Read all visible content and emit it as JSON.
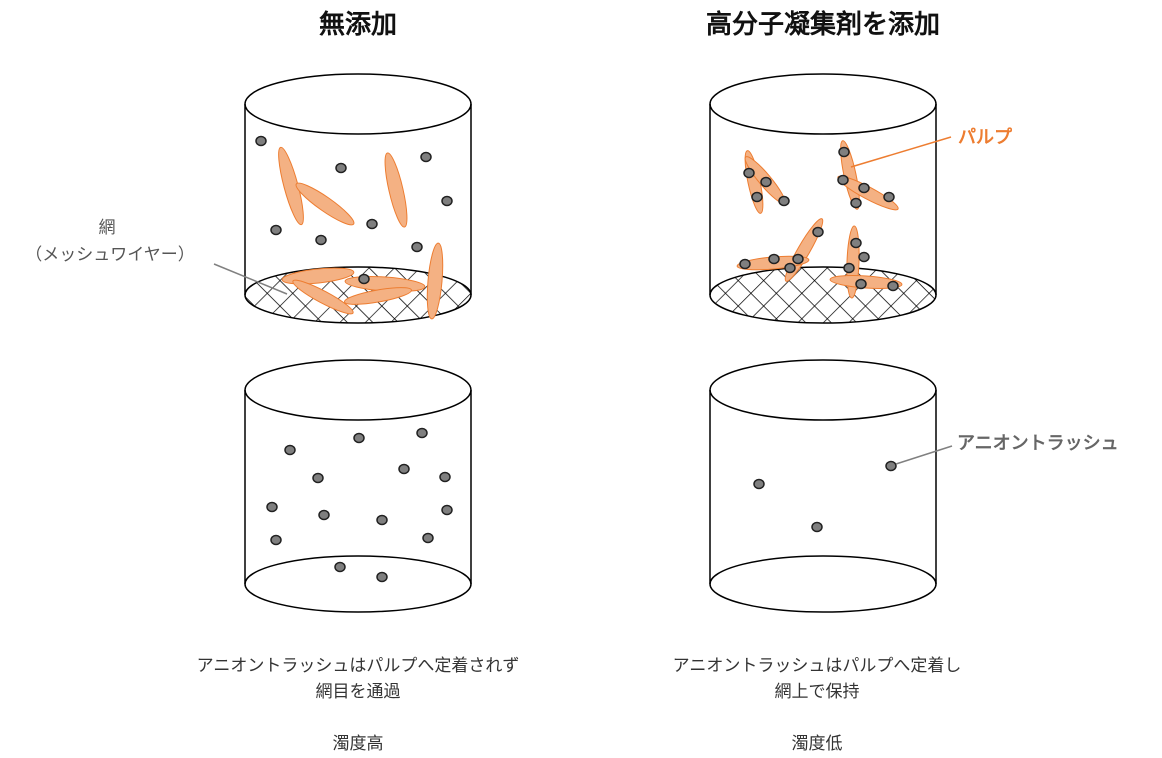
{
  "headings": {
    "left": "無添加",
    "right": "高分子凝集剤を添加"
  },
  "labels": {
    "mesh_line1": "網",
    "mesh_line2": "（メッシュワイヤー）",
    "pulp": "パルプ",
    "anion_trash": "アニオントラッシュ"
  },
  "captions": {
    "left_line1": "アニオントラッシュはパルプへ定着されず",
    "left_line2": "網目を通過",
    "left_turbidity": "濁度高",
    "right_line1": "アニオントラッシュはパルプへ定着し",
    "right_line2": "網上で保持",
    "right_turbidity": "濁度低"
  },
  "colors": {
    "pulp_fill": "#F4B183",
    "pulp_stroke": "#ED7D31",
    "particle_fill": "#7F7F7F",
    "particle_stroke": "#222222",
    "outline": "#000000",
    "pulp_label": "#ED7D31",
    "leader_line": "#808080"
  }
}
